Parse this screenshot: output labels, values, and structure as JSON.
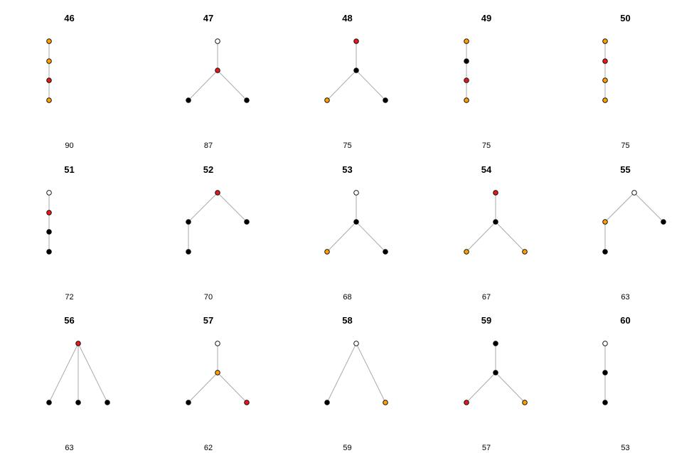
{
  "colors": {
    "red": "#e41a1c",
    "orange": "#ff9e00",
    "black": "#000000",
    "white": "#ffffff",
    "edge": "#aaaaaa",
    "stroke": "#000000"
  },
  "panels": [
    {
      "title": "46",
      "count": "90",
      "layout": "chain",
      "nodes": [
        "orange",
        "orange",
        "red",
        "orange"
      ]
    },
    {
      "title": "47",
      "count": "87",
      "layout": "yfork",
      "nodes": [
        "white",
        "red",
        "black",
        "black"
      ]
    },
    {
      "title": "48",
      "count": "75",
      "layout": "yfork",
      "nodes": [
        "red",
        "black",
        "orange",
        "black"
      ]
    },
    {
      "title": "49",
      "count": "75",
      "layout": "chain",
      "nodes": [
        "orange",
        "black",
        "red",
        "orange"
      ]
    },
    {
      "title": "50",
      "count": "75",
      "layout": "chain",
      "nodes": [
        "orange",
        "red",
        "orange",
        "orange"
      ]
    },
    {
      "title": "51",
      "count": "72",
      "layout": "chain",
      "nodes": [
        "white",
        "red",
        "black",
        "black"
      ]
    },
    {
      "title": "52",
      "count": "70",
      "layout": "branch",
      "nodes": [
        "red",
        "black",
        "black",
        "black"
      ]
    },
    {
      "title": "53",
      "count": "68",
      "layout": "yfork",
      "nodes": [
        "white",
        "black",
        "orange",
        "black"
      ]
    },
    {
      "title": "54",
      "count": "67",
      "layout": "yfork",
      "nodes": [
        "red",
        "black",
        "orange",
        "orange"
      ]
    },
    {
      "title": "55",
      "count": "63",
      "layout": "branch",
      "nodes": [
        "white",
        "orange",
        "black",
        "black"
      ]
    },
    {
      "title": "56",
      "count": "63",
      "layout": "star3",
      "nodes": [
        "red",
        "black",
        "black",
        "black"
      ]
    },
    {
      "title": "57",
      "count": "62",
      "layout": "yfork",
      "nodes": [
        "white",
        "orange",
        "black",
        "red"
      ]
    },
    {
      "title": "58",
      "count": "59",
      "layout": "star2",
      "nodes": [
        "white",
        "black",
        "orange"
      ]
    },
    {
      "title": "59",
      "count": "57",
      "layout": "yfork",
      "nodes": [
        "black",
        "black",
        "red",
        "orange"
      ]
    },
    {
      "title": "60",
      "count": "53",
      "layout": "chain3",
      "nodes": [
        "white",
        "black",
        "black"
      ]
    }
  ]
}
